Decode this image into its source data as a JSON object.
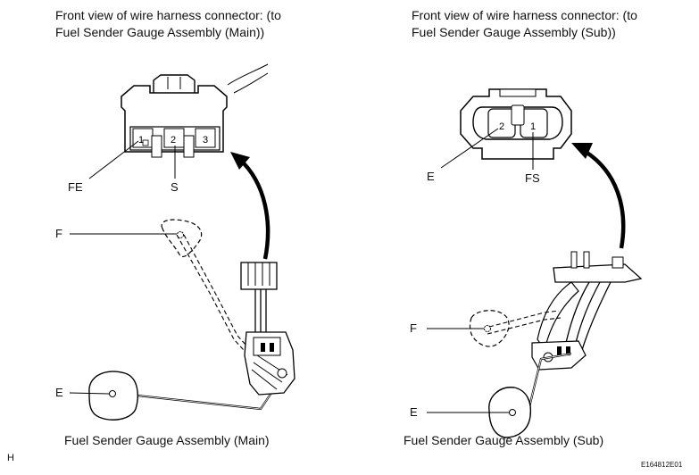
{
  "left": {
    "heading_line1": "Front view of wire harness connector: (to",
    "heading_line2": "Fuel Sender Gauge Assembly (Main))",
    "caption": "Fuel Sender Gauge Assembly (Main)",
    "pins": [
      "1",
      "2",
      "3"
    ],
    "labels": {
      "fe": "FE",
      "s": "S",
      "f": "F",
      "e": "E"
    }
  },
  "right": {
    "heading_line1": "Front view of wire harness connector: (to",
    "heading_line2": "Fuel Sender Gauge Assembly (Sub))",
    "caption": "Fuel Sender Gauge Assembly (Sub)",
    "pins": [
      "2",
      "1"
    ],
    "labels": {
      "e_pin": "E",
      "fs": "FS",
      "f": "F",
      "e": "E"
    }
  },
  "corner_mark": "H",
  "figure_code": "E164812E01"
}
